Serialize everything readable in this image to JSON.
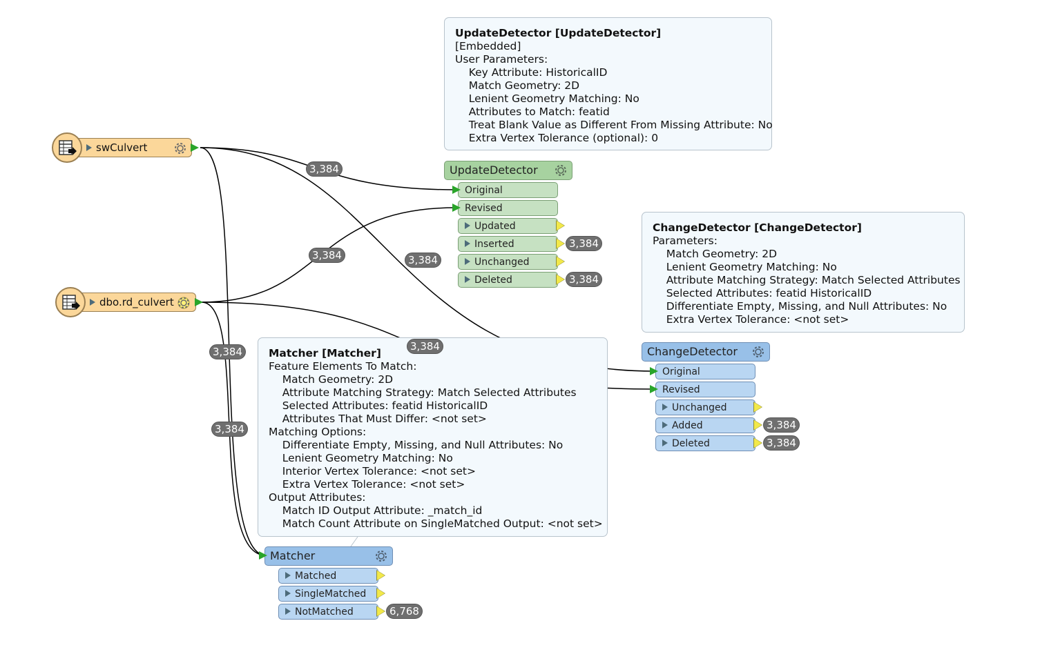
{
  "readers": {
    "sw": {
      "label": "swCulvert"
    },
    "dbo": {
      "label": "dbo.rd_culvert"
    }
  },
  "update_detector": {
    "title": "UpdateDetector",
    "inputs": [
      "Original",
      "Revised"
    ],
    "outputs": [
      "Updated",
      "Inserted",
      "Unchanged",
      "Deleted"
    ],
    "counts": {
      "Inserted": "3,384",
      "Deleted": "3,384"
    }
  },
  "change_detector": {
    "title": "ChangeDetector",
    "inputs": [
      "Original",
      "Revised"
    ],
    "outputs": [
      "Unchanged",
      "Added",
      "Deleted"
    ],
    "counts": {
      "Added": "3,384",
      "Deleted": "3,384"
    }
  },
  "matcher": {
    "title": "Matcher",
    "outputs": [
      "Matched",
      "SingleMatched",
      "NotMatched"
    ],
    "counts": {
      "NotMatched": "6,768"
    }
  },
  "connection_counts": {
    "sw_to_update_original": "3,384",
    "dbo_to_update_revised": "3,384",
    "sw_to_change_original": "3,384",
    "dbo_to_change_revised": "3,384",
    "sw_to_matcher": "3,384",
    "dbo_to_matcher": "3,384"
  },
  "annotations": {
    "update_detector": {
      "title": "UpdateDetector [UpdateDetector]",
      "lines": [
        "[Embedded]",
        "User Parameters:",
        "    Key Attribute: HistoricalID",
        "    Match Geometry: 2D",
        "    Lenient Geometry Matching: No",
        "    Attributes to Match: featid",
        "    Treat Blank Value as Different From Missing Attribute: No",
        "    Extra Vertex Tolerance (optional): 0"
      ]
    },
    "change_detector": {
      "title": "ChangeDetector [ChangeDetector]",
      "lines": [
        "Parameters:",
        "    Match Geometry: 2D",
        "    Lenient Geometry Matching: No",
        "    Attribute Matching Strategy: Match Selected Attributes",
        "    Selected Attributes: featid HistoricalID",
        "    Differentiate Empty, Missing, and Null Attributes: No",
        "    Extra Vertex Tolerance: <not set>"
      ]
    },
    "matcher": {
      "title": "Matcher [Matcher]",
      "lines": [
        "Feature Elements To Match:",
        "    Match Geometry: 2D",
        "    Attribute Matching Strategy: Match Selected Attributes",
        "    Selected Attributes: featid HistoricalID",
        "    Attributes That Must Differ: <not set>",
        "Matching Options:",
        "    Differentiate Empty, Missing, and Null Attributes: No",
        "    Lenient Geometry Matching: No",
        "    Interior Vertex Tolerance: <not set>",
        "    Extra Vertex Tolerance: <not set>",
        "Output Attributes:",
        "    Match ID Output Attribute: _match_id",
        "    Match Count Attribute on SingleMatched Output: <not set>"
      ]
    }
  },
  "colors": {
    "reader": "#fbd79a",
    "update_detector": "#a7d2a0",
    "change_detector": "#98c0e8",
    "matcher": "#98c0e8",
    "count_badge": "#6f6f6f",
    "annotation_bg": "#f3f9fd",
    "input_port_arrow": "#2aa52a",
    "output_port_flag": "#f2e84a"
  },
  "icons": [
    "reader-table-icon",
    "gear-icon",
    "input-arrow-icon",
    "output-flag-icon",
    "expand-triangle-icon"
  ]
}
